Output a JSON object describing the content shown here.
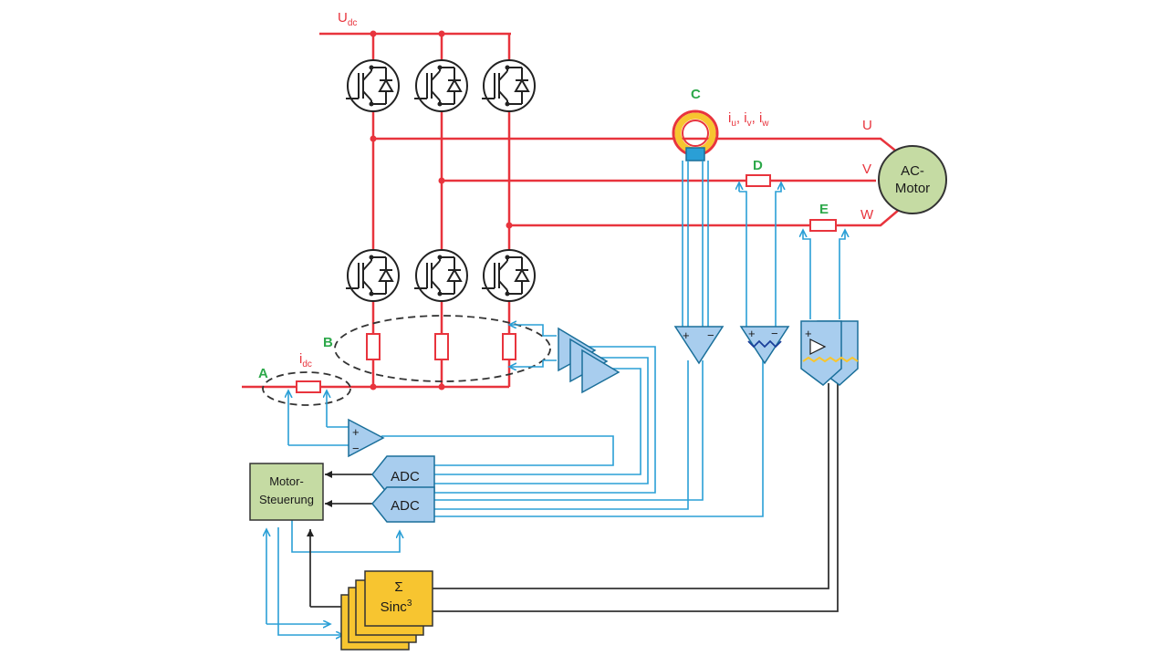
{
  "power": {
    "udc_label": "U",
    "udc_sub": "dc",
    "idc_label": "i",
    "idc_sub": "dc",
    "phase_currents": {
      "i": "i",
      "u": "u",
      "v": "v",
      "w": "w",
      "sep": ", "
    },
    "phase_labels": [
      "U",
      "V",
      "W"
    ]
  },
  "motor": {
    "line1": "AC-",
    "line2": "Motor"
  },
  "measurement_points": [
    "A",
    "B",
    "C",
    "D",
    "E"
  ],
  "controller": {
    "line1": "Motor-",
    "line2": "Steuerung"
  },
  "adc_labels": [
    "ADC",
    "ADC"
  ],
  "sinc": {
    "sigma": "Σ",
    "label": "Sinc",
    "exp": "3"
  },
  "amp_signs": {
    "plus": "+",
    "minus": "−"
  },
  "colors": {
    "power": "#e8343d",
    "signal": "#2a9fd6",
    "control": "#333333",
    "label_green": "#2da84a",
    "block_fill": "#a8cdee",
    "controller_fill": "#c5dba3",
    "sinc_fill": "#f7c530",
    "motor_fill": "#c5dba3"
  },
  "icons": [
    "igbt-icon",
    "ring-sensor-icon",
    "shunt-resistor-icon",
    "opamp-icon",
    "isolated-amp-icon",
    "ac-motor-icon"
  ]
}
